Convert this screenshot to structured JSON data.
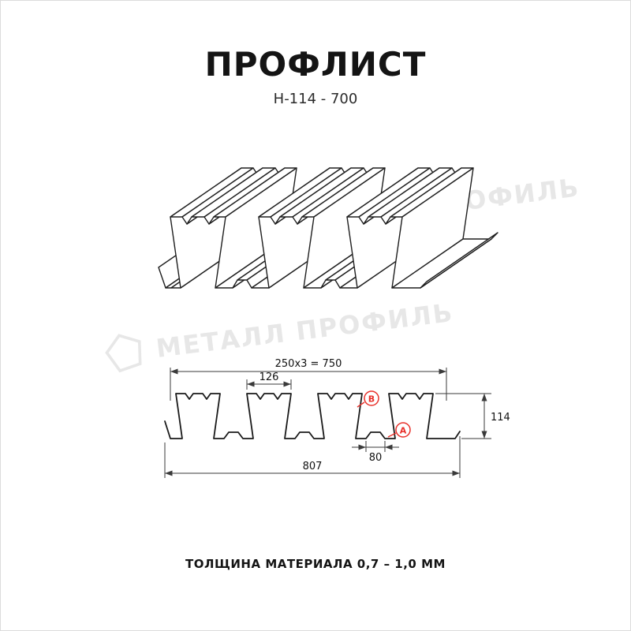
{
  "page": {
    "title": "ПРОФЛИСТ",
    "subtitle": "Н-114 - 700",
    "footer": "ТОЛЩИНА МАТЕРИАЛА 0,7 – 1,0 ММ"
  },
  "watermark": {
    "text": "МЕТАЛЛ ПРОФИЛЬ",
    "icon": "pentagon-logo-outline",
    "color": "#e7e7e7"
  },
  "drawing": {
    "dimensions": {
      "working_width": "250x3 = 750",
      "rib_top_width": "126",
      "profile_height": "114",
      "groove_width": "80",
      "overall_width": "807"
    },
    "labels": {
      "side_b": "В",
      "side_a": "А"
    },
    "colors": {
      "line": "#1a1a1a",
      "label_red": "#e8312b"
    }
  }
}
